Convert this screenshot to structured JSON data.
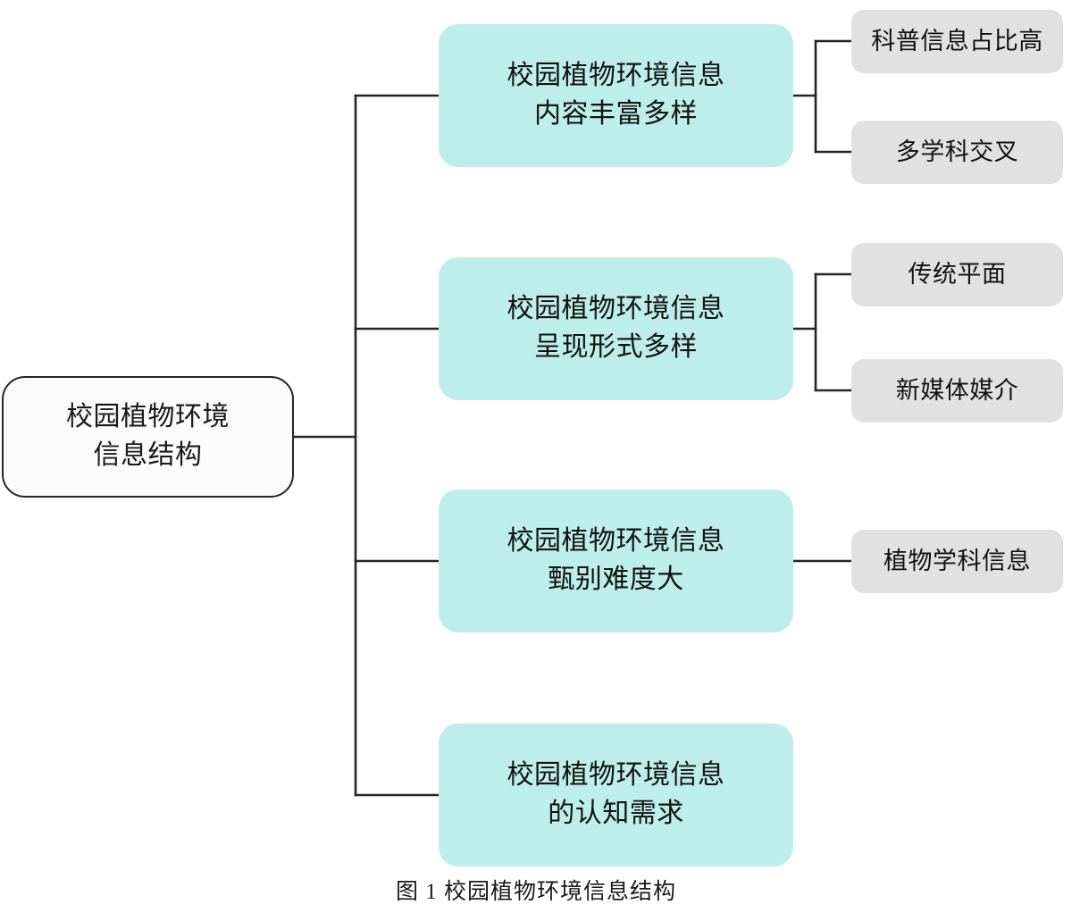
{
  "diagram": {
    "title": "校园植物环境信息结构",
    "caption": "图 1 校园植物环境信息结构",
    "colors": {
      "root_fill": "#fbfbfb",
      "root_border": "#262626",
      "branch_fill": "#bdeeeb",
      "leaf_fill": "#e1e1e1",
      "line": "#262626",
      "text": "#121212",
      "background": "#ffffff"
    },
    "root": {
      "label": "校园植物环境\n信息结构"
    },
    "branches": [
      {
        "label": "校园植物环境信息\n内容丰富多样",
        "leaves": [
          {
            "label": "科普信息占比高"
          },
          {
            "label": "多学科交叉"
          }
        ]
      },
      {
        "label": "校园植物环境信息\n呈现形式多样",
        "leaves": [
          {
            "label": "传统平面"
          },
          {
            "label": "新媒体媒介"
          }
        ]
      },
      {
        "label": "校园植物环境信息\n甄别难度大",
        "leaves": [
          {
            "label": "植物学科信息"
          }
        ]
      },
      {
        "label": "校园植物环境信息\n的认知需求",
        "leaves": []
      }
    ]
  }
}
